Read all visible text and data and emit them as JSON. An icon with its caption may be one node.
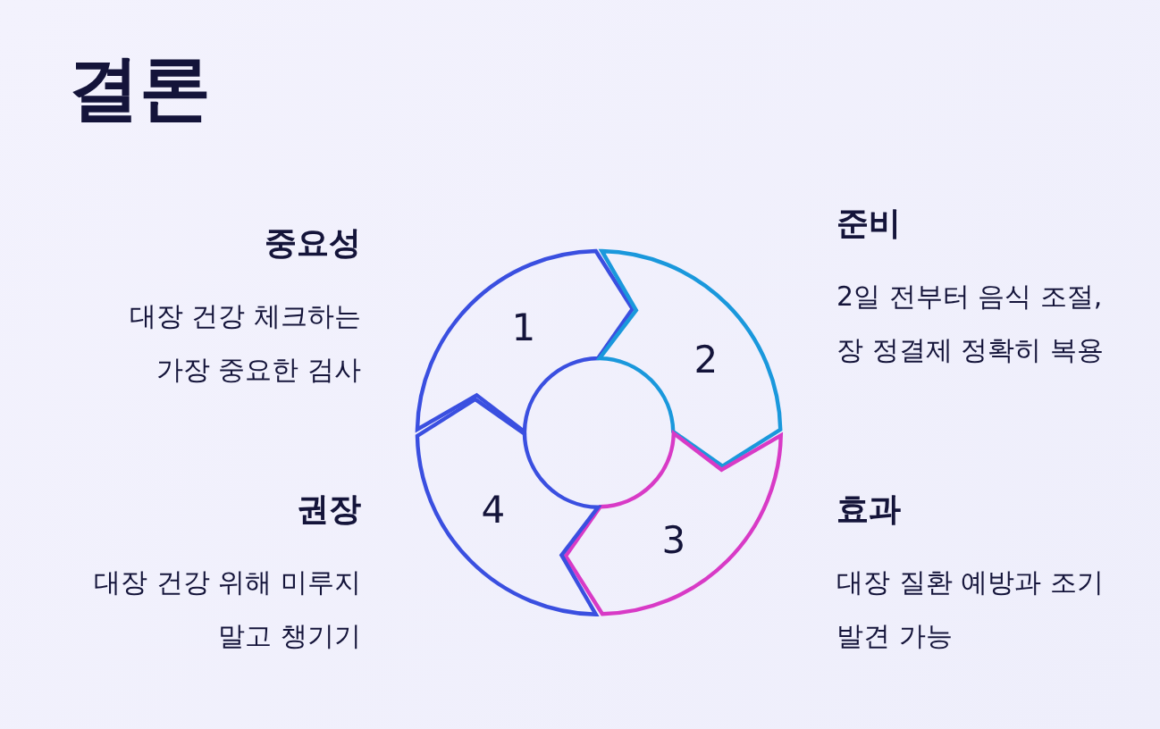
{
  "diagram": {
    "title": "결론",
    "nodes": [
      {
        "text": [
          "1"
        ],
        "beside": [
          "중요성",
          "대장 건강 체크하는 가장 중요한 검사"
        ]
      },
      {
        "text": [
          "2"
        ],
        "beside": [
          "준비",
          "2일 전부터 음식 조절, 장 정결제 정확히 복용"
        ]
      },
      {
        "text": [
          "3"
        ],
        "beside": [
          "효과",
          "대장 질환 예방과 조기 발견 가능"
        ]
      },
      {
        "text": [
          "4"
        ],
        "beside": [
          "권장",
          "대장 건강 위해 미루지 말고 챙기기"
        ]
      }
    ]
  }
}
